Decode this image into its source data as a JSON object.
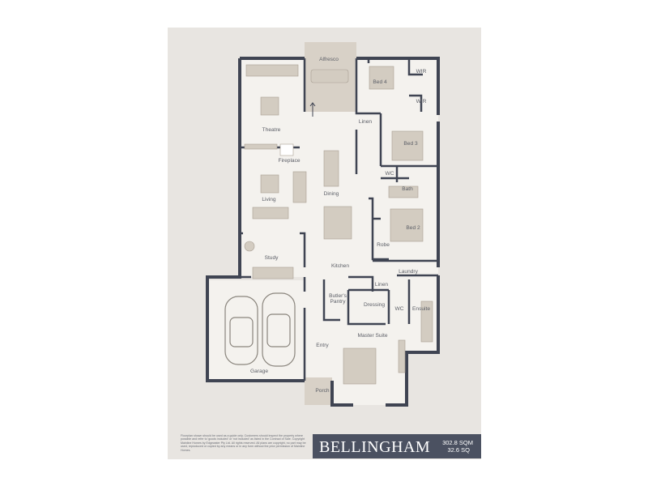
{
  "plan": {
    "name": "BELLINGHAM",
    "area_sqm": "302.8 SQM",
    "area_sq": "32.6 SQ",
    "disclaimer": "Floorplan shown should be used as a guide only. Customers should inspect the property where possible and refer to 'goods included' or 'not included' as listed in the Contract of Sale. Copyright Mainline Homes by Edgewater Pty Ltd. All rights reserved. All plans are copyright, no part may be used, reproduced or copied by any means or in any form without the prior permission of Mainline Homes.",
    "rooms": {
      "alfresco": "Alfresco",
      "bed4": "Bed 4",
      "wir1": "WIR",
      "wir2": "WIR",
      "linen1": "Linen",
      "bed3": "Bed 3",
      "theatre": "Theatre",
      "fireplace": "Fireplace",
      "wc1": "WC",
      "bath": "Bath",
      "living": "Living",
      "dining": "Dining",
      "bed2": "Bed 2",
      "robe": "Robe",
      "study": "Study",
      "kitchen": "Kitchen",
      "laundry": "Laundry",
      "linen2": "Linen",
      "butlers1": "Butler's",
      "butlers2": "Pantry",
      "dressing": "Dressing",
      "wc2": "WC",
      "ensuite": "Ensuite",
      "master": "Master Suite",
      "entry": "Entry",
      "garage": "Garage",
      "porch": "Porch"
    }
  }
}
